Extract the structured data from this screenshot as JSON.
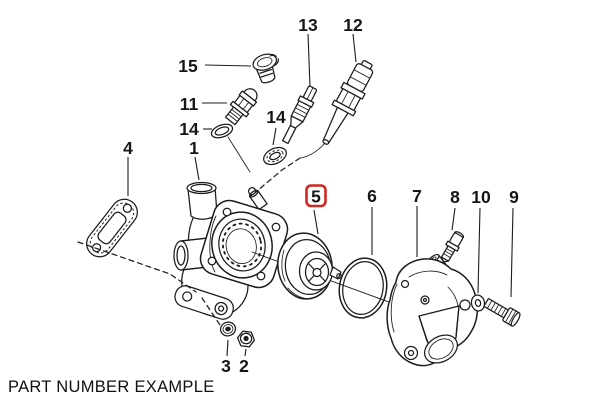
{
  "caption": "PART NUMBER EXAMPLE",
  "highlighted_part": "5",
  "colors": {
    "ink": "#1c1c1c",
    "highlight": "#cf2722",
    "background": "#ffffff"
  },
  "labels": {
    "p1": "1",
    "p2": "2",
    "p3": "3",
    "p4": "4",
    "p5": "5",
    "p6": "6",
    "p7": "7",
    "p8": "8",
    "p9": "9",
    "p10": "10",
    "p11": "11",
    "p12": "12",
    "p13": "13",
    "p14a": "14",
    "p14b": "14",
    "p15": "15"
  }
}
